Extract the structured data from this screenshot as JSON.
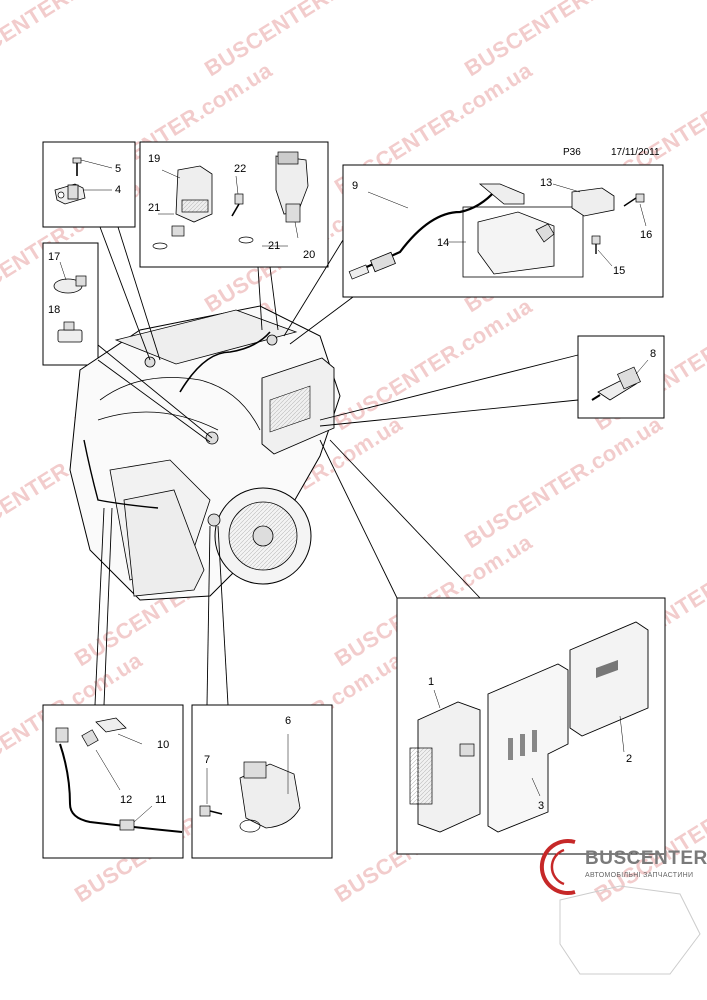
{
  "header": {
    "page_code": "P36",
    "date": "17/11/2011"
  },
  "watermark": {
    "text": "BUSCENTER.com.ua",
    "color": "#e9a3a3"
  },
  "brand": {
    "name": "BUSCENTER",
    "subtitle": "АВТОМОБІЛЬНІ ЗАПЧАСТИНИ",
    "accent": "#c62828"
  },
  "callouts": {
    "n1": "1",
    "n2": "2",
    "n3": "3",
    "n4": "4",
    "n5": "5",
    "n6": "6",
    "n7": "7",
    "n8": "8",
    "n9": "9",
    "n10": "10",
    "n11": "11",
    "n12": "12",
    "n13": "13",
    "n14": "14",
    "n15": "15",
    "n16": "16",
    "n17": "17",
    "n18": "18",
    "n19": "19",
    "n20": "20",
    "n21a": "21",
    "n21b": "21",
    "n22": "22"
  }
}
